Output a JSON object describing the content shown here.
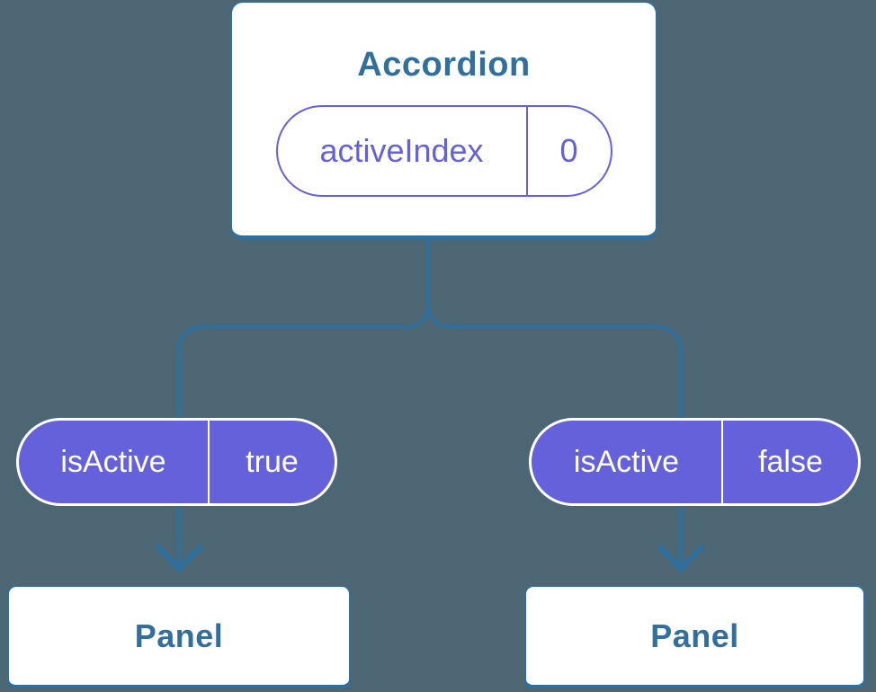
{
  "colors": {
    "background": "#4d6673",
    "node_fill": "#ffffff",
    "line_blue": "#2e6f9e",
    "label_blue": "#31709d",
    "prop_purple": "#6561da",
    "pill_text_white": "#ffffff"
  },
  "tree": {
    "root": {
      "label": "Accordion",
      "state": {
        "name": "activeIndex",
        "value": "0"
      }
    },
    "edges": [
      {
        "prop": {
          "name": "isActive",
          "value": "true"
        },
        "target": "Panel"
      },
      {
        "prop": {
          "name": "isActive",
          "value": "false"
        },
        "target": "Panel"
      }
    ]
  }
}
